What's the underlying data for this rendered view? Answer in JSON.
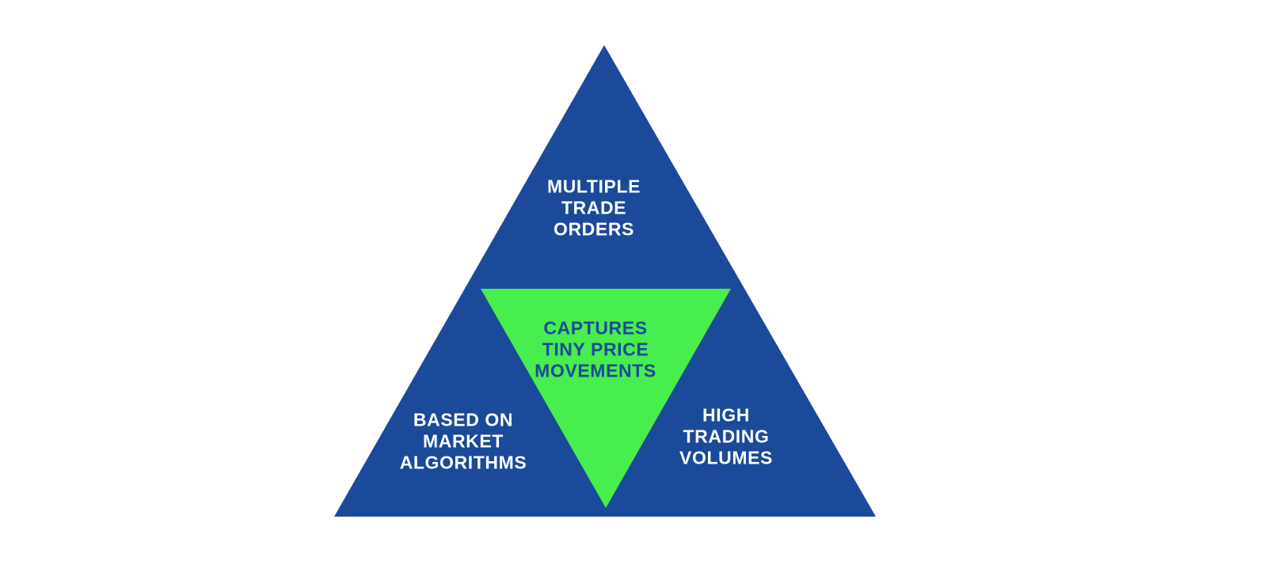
{
  "diagram": {
    "colors": {
      "background": "#ffffff",
      "triangle_blue": "#1b4a9a",
      "triangle_green": "#48ed4e",
      "label_light": "#ffffff",
      "label_dark": "#1b4a9a"
    },
    "labels": {
      "top": "MULTIPLE\nTRADE\nORDERS",
      "center": "CAPTURES\nTINY PRICE\nMOVEMENTS",
      "bottom_left": "BASED ON\nMARKET\nALGORITHMS",
      "bottom_right": "HIGH\nTRADING\nVOLUMES"
    }
  }
}
